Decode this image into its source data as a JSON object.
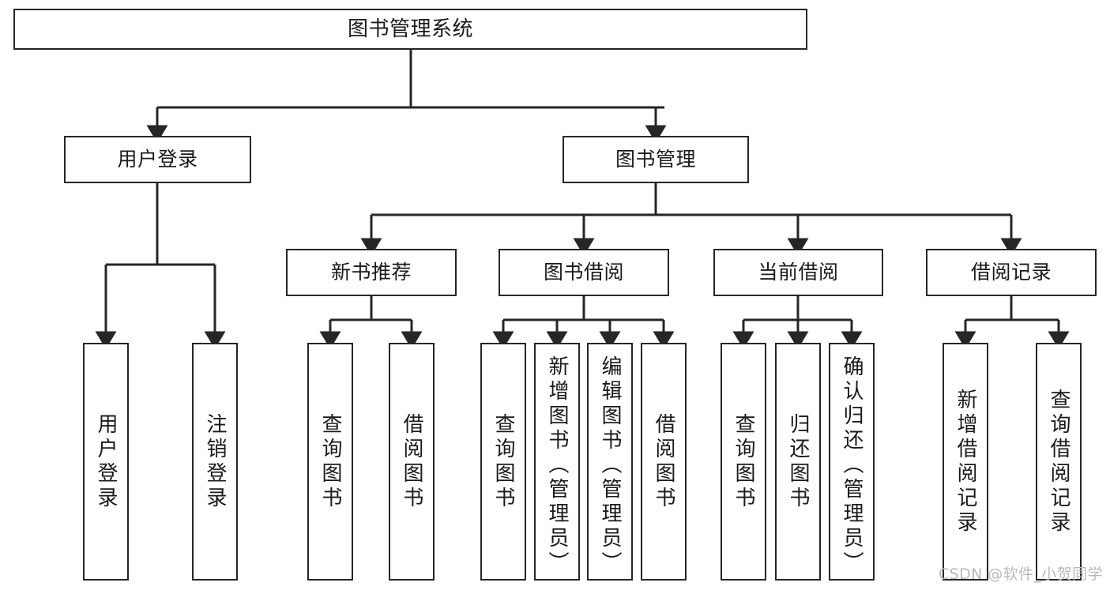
{
  "diagram": {
    "type": "tree-hierarchy",
    "title": "图书管理系统",
    "root": {
      "label": "图书管理系统"
    },
    "level2": [
      {
        "label": "用户登录"
      },
      {
        "label": "图书管理"
      }
    ],
    "level3": [
      {
        "label": "新书推荐"
      },
      {
        "label": "图书借阅"
      },
      {
        "label": "当前借阅"
      },
      {
        "label": "借阅记录"
      }
    ],
    "leaves": {
      "user_login": [
        {
          "label": "用户登录"
        },
        {
          "label": "注销登录"
        }
      ],
      "new_book_recommend": [
        {
          "label": "查询图书"
        },
        {
          "label": "借阅图书"
        }
      ],
      "book_borrow": [
        {
          "label": "查询图书"
        },
        {
          "label": "新增图书（管理员）"
        },
        {
          "label": "编辑图书（管理员）"
        },
        {
          "label": "借阅图书"
        }
      ],
      "current_borrow": [
        {
          "label": "查询图书"
        },
        {
          "label": "归还图书"
        },
        {
          "label": "确认归还（管理员）"
        }
      ],
      "borrow_record": [
        {
          "label": "新增借阅记录"
        },
        {
          "label": "查询借阅记录"
        }
      ]
    }
  },
  "watermark": {
    "text": "CSDN @软件_小贺同学"
  },
  "colors": {
    "line": "#262626",
    "box_border": "#262626",
    "background": "#ffffff",
    "text": "#1a1a1a",
    "watermark": "#b9b9b9"
  }
}
